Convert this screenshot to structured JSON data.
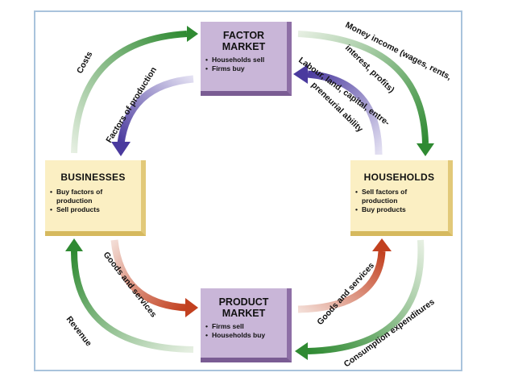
{
  "factor_market": {
    "title_line1": "FACTOR",
    "title_line2": "MARKET",
    "items": [
      "Households sell",
      "Firms buy"
    ]
  },
  "product_market": {
    "title_line1": "PRODUCT",
    "title_line2": "MARKET",
    "items": [
      "Firms sell",
      "Households buy"
    ]
  },
  "businesses": {
    "title": "BUSINESSES",
    "items": [
      "Buy factors of",
      "production",
      "Sell products"
    ]
  },
  "households": {
    "title": "HOUSEHOLDS",
    "items": [
      "Sell factors of",
      "production",
      "Buy products"
    ]
  },
  "flows": {
    "costs": "Costs",
    "factors_of_production": "Factors of production",
    "money_income_1": "Money income (wages, rents,",
    "money_income_2": "interest, profits)",
    "labour_1": "Labour, land, capital, entre-",
    "labour_2": "preneurial ability",
    "goods_services_left": "Goods and services",
    "goods_services_right": "Goods and services",
    "revenue": "Revenue",
    "consumption": "Consumption expenditures"
  },
  "colors": {
    "money_flow": "#3a8a3a",
    "real_flow_factor": "#5b4aa8",
    "real_flow_goods": "#c8452a",
    "frame": "#a9c3dc"
  }
}
